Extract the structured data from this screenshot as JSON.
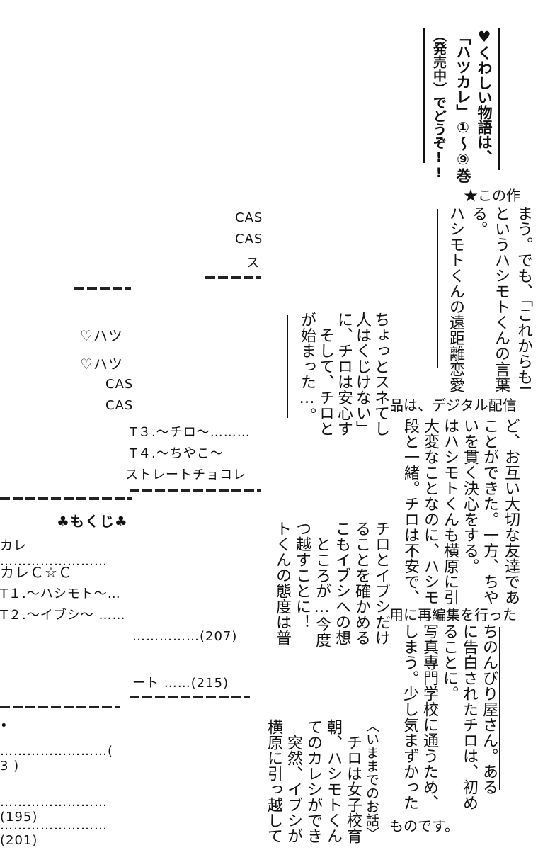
{
  "notice": {
    "line1": "♥くわしい物語は、",
    "line2": "「ハツカレ」①〜⑨巻",
    "line3": "（発売中）でどうぞ!!"
  },
  "digital_note": {
    "part1": "★この作",
    "part2": "品は、デジタル配信",
    "part3": "用に再編集を行った",
    "part4": "ものです。"
  },
  "story_top": [
    "まう。でも、「これからも二",
    "というハシモトくんの言葉",
    "る。",
    "ハシモトくんの遠距離恋愛"
  ],
  "story_mid_left": [
    "ちょっとスネてし",
    "人はくじけない」",
    "に、チロは安心す",
    "　そして、チロと",
    "が始まった…。"
  ],
  "story_mid_right": [
    "ど、お互い大切な友達であ",
    "ことができた。一方、ちや",
    "いを貫く決心をする。",
    "はハシモトくんも横原に引",
    "大変なことなのに、ハシモ",
    "段と一緒。チロは不安で、"
  ],
  "story_lower_left": [
    "チロとイブシだけ",
    "ることを確かめる",
    "こもイブシへの想",
    "　ところが…今度",
    "つ越すことに！",
    "トくんの態度は普"
  ],
  "story_lower_right": [
    "ちのんびり屋さん。ある",
    "に告白されたチロは、初め",
    "ることに。",
    "写真専門学校に通うため、",
    "しまう。少し気まずかった"
  ],
  "story_bottom": [
    "〈いままでのお話〉",
    "　チロは女子校育",
    "朝、ハシモトくん",
    "てのカレシができ",
    "　突然、イブシが",
    "横原に引っ越して"
  ],
  "toc_small": {
    "items": [
      "CAS",
      "CAS",
      "ス"
    ]
  },
  "toc_mid": {
    "items": [
      "♡ハツ",
      "♡ハツ",
      "CAS",
      "CAS"
    ]
  },
  "toc_parts": {
    "items": [
      "T３.〜チロ〜………",
      "T４.〜ちやこ〜",
      "ストレートチョコレ"
    ]
  },
  "contents": {
    "title": "♣もくじ♣",
    "items": [
      "カレ ……………………",
      "カレＣ☆Ｃ",
      "T１.〜ハシモト〜…",
      "T２.〜イブシ〜 ……"
    ]
  },
  "pages": {
    "items": [
      "……………(207)",
      "ート ……(215)"
    ]
  },
  "pages_low": {
    "bullet": "•",
    "items": [
      "……………………( 3 )",
      "……………………(195)",
      "……………………(201)"
    ]
  }
}
